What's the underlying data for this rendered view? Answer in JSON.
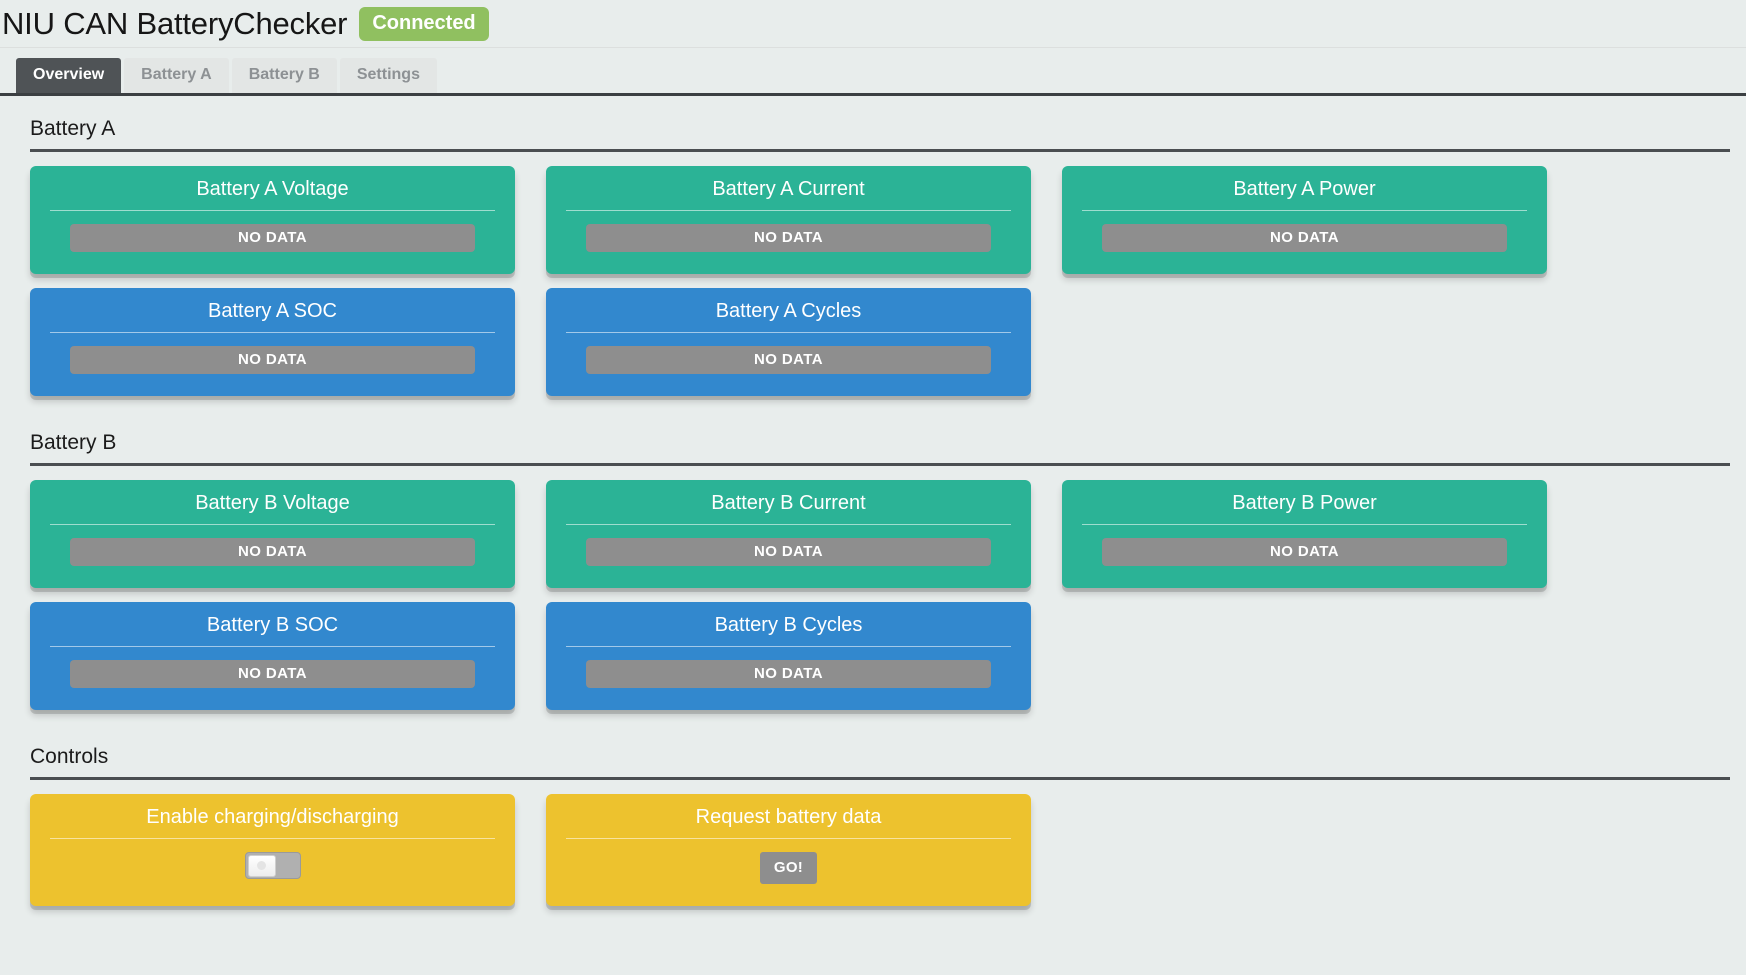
{
  "header": {
    "title": "NIU CAN BatteryChecker",
    "status": "Connected",
    "status_color": "#90c060"
  },
  "tabs": [
    {
      "label": "Overview",
      "active": true
    },
    {
      "label": "Battery A",
      "active": false
    },
    {
      "label": "Battery B",
      "active": false
    },
    {
      "label": "Settings",
      "active": false
    }
  ],
  "colors": {
    "background": "#e8edec",
    "green": "#2bb396",
    "blue": "#3288ce",
    "yellow": "#edc22e",
    "no_data": "#8e8e8e",
    "rule": "#4a4e51",
    "tab_active": "#4f5356"
  },
  "sections": [
    {
      "title": "Battery A",
      "rows": [
        {
          "cards": [
            {
              "title": "Battery A Voltage",
              "value": "NO DATA",
              "color": "green",
              "kind": "readout"
            },
            {
              "title": "Battery A Current",
              "value": "NO DATA",
              "color": "green",
              "kind": "readout"
            },
            {
              "title": "Battery A Power",
              "value": "NO DATA",
              "color": "green",
              "kind": "readout"
            }
          ]
        },
        {
          "cards": [
            {
              "title": "Battery A SOC",
              "value": "NO DATA",
              "color": "blue",
              "kind": "readout"
            },
            {
              "title": "Battery A Cycles",
              "value": "NO DATA",
              "color": "blue",
              "kind": "readout"
            }
          ]
        }
      ]
    },
    {
      "title": "Battery B",
      "rows": [
        {
          "cards": [
            {
              "title": "Battery B Voltage",
              "value": "NO DATA",
              "color": "green",
              "kind": "readout"
            },
            {
              "title": "Battery B Current",
              "value": "NO DATA",
              "color": "green",
              "kind": "readout"
            },
            {
              "title": "Battery B Power",
              "value": "NO DATA",
              "color": "green",
              "kind": "readout"
            }
          ]
        },
        {
          "cards": [
            {
              "title": "Battery B SOC",
              "value": "NO DATA",
              "color": "blue",
              "kind": "readout"
            },
            {
              "title": "Battery B Cycles",
              "value": "NO DATA",
              "color": "blue",
              "kind": "readout"
            }
          ]
        }
      ]
    },
    {
      "title": "Controls",
      "rows": [
        {
          "cards": [
            {
              "title": "Enable charging/discharging",
              "value": "",
              "color": "yellow",
              "kind": "toggle",
              "toggle_on": false
            },
            {
              "title": "Request battery data",
              "value": "GO!",
              "color": "yellow",
              "kind": "button"
            }
          ]
        }
      ]
    }
  ]
}
